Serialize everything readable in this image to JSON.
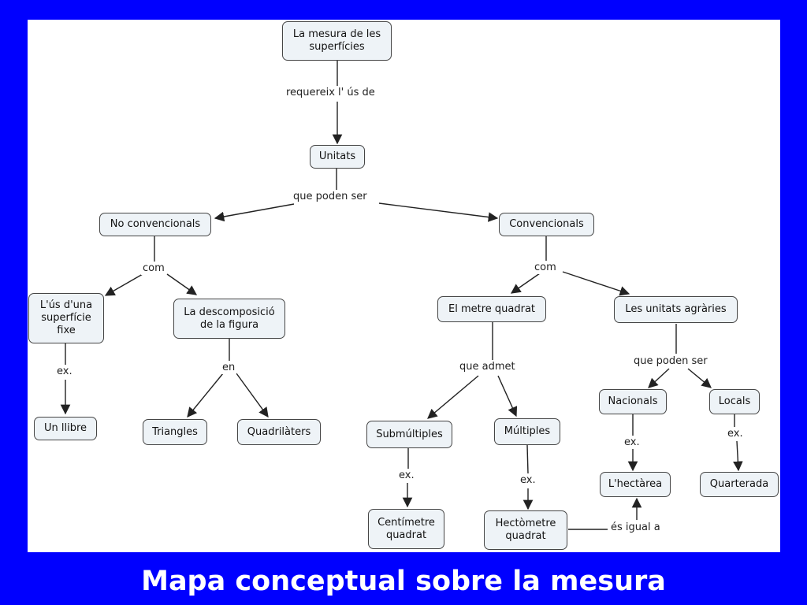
{
  "nodes": {
    "root": "La mesura de les\nsuperfícies",
    "unitats": "Unitats",
    "no_conv": "No convencionals",
    "conv": "Convencionals",
    "us_sup": "L'ús d'una\nsuperfície\nfixe",
    "descomp": "La descomposició\nde la figura",
    "metre": "El metre quadrat",
    "agraries": "Les unitats agràries",
    "llibre": "Un llibre",
    "triangles": "Triangles",
    "quadrilaters": "Quadrilàters",
    "submultiples": "Submúltiples",
    "multiples": "Múltiples",
    "nacionals": "Nacionals",
    "locals": "Locals",
    "centimetre": "Centímetre\nquadrat",
    "hectometre": "Hectòmetre\nquadrat",
    "hectarea": "L'hectàrea",
    "quarterada": "Quarterada"
  },
  "links": {
    "requereix": "requereix l' ús de",
    "poden1": "que poden ser",
    "com1": "com",
    "com2": "com",
    "ex1": "ex.",
    "en": "en",
    "admet": "que admet",
    "poden2": "que poden ser",
    "ex2": "ex.",
    "ex3": "ex.",
    "ex4": "ex.",
    "ex5": "ex.",
    "igual": "és igual a"
  },
  "footer": {
    "title": "Mapa conceptual sobre la mesura"
  },
  "colors": {
    "background": "#0000ff",
    "canvas": "#ffffff",
    "node_fill": "#eef3f7",
    "line": "#222222"
  }
}
